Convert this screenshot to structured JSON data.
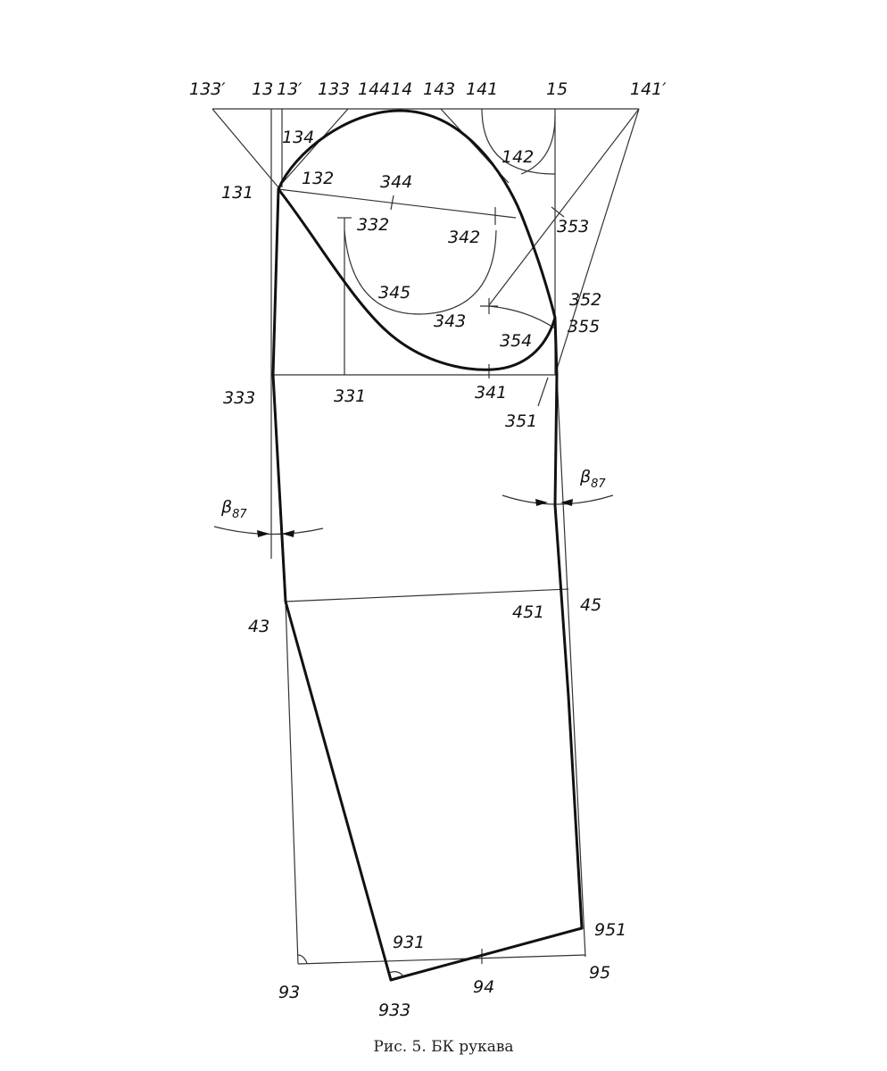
{
  "labels": {
    "p133p": "133′",
    "p13": "13",
    "p13p": "13′",
    "p133": "133",
    "p144": "144",
    "p14": "14",
    "p143": "143",
    "p141": "141",
    "p15": "15",
    "p141p": "141′",
    "p134": "134",
    "p132": "132",
    "p131": "131",
    "p142": "142",
    "p344": "344",
    "p332": "332",
    "p342": "342",
    "p353": "353",
    "p345": "345",
    "p343": "343",
    "p352": "352",
    "p355": "355",
    "p354": "354",
    "p333": "333",
    "p331": "331",
    "p341": "341",
    "p351": "351",
    "beta": "β",
    "beta_sub": "87",
    "p43": "43",
    "p451": "451",
    "p45": "45",
    "p931": "931",
    "p951": "951",
    "p93": "93",
    "p933": "933",
    "p94": "94",
    "p95": "95"
  },
  "caption": "Рис. 5. БК рукава"
}
